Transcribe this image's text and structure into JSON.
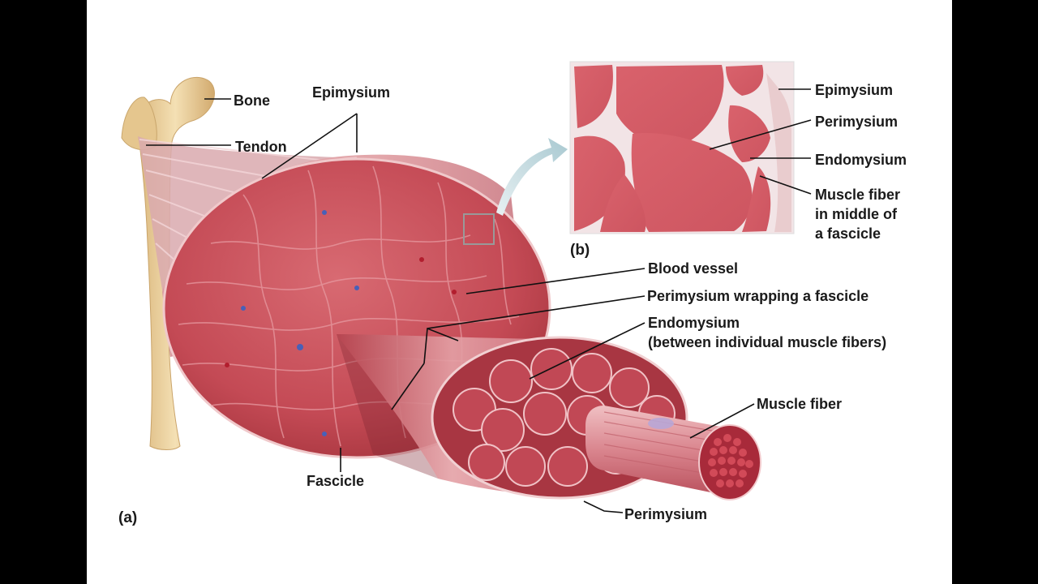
{
  "figure": {
    "panel_a": "(a)",
    "panel_b": "(b)",
    "labels": {
      "bone": "Bone",
      "tendon": "Tendon",
      "epimysium": "Epimysium",
      "fascicle": "Fascicle",
      "blood_vessel": "Blood vessel",
      "perimysium_wrapping": "Perimysium wrapping a fascicle",
      "endomysium": "Endomysium",
      "endomysium_note": "(between individual muscle fibers)",
      "muscle_fiber": "Muscle fiber",
      "perimysium_bottom": "Perimysium"
    },
    "micrograph_labels": {
      "epimysium": "Epimysium",
      "perimysium": "Perimysium",
      "endomysium": "Endomysium",
      "muscle_fiber_middle": "Muscle fiber\nin middle of\na fascicle"
    }
  },
  "colors": {
    "letterbox": "#000000",
    "slide": "#ffffff",
    "muscle": "#c9505a",
    "muscle_dark": "#a8353f",
    "muscle_light": "#e89aa0",
    "bone": "#ecd3a0",
    "arrow": "#b7d2d8",
    "label_line": "#111111"
  }
}
